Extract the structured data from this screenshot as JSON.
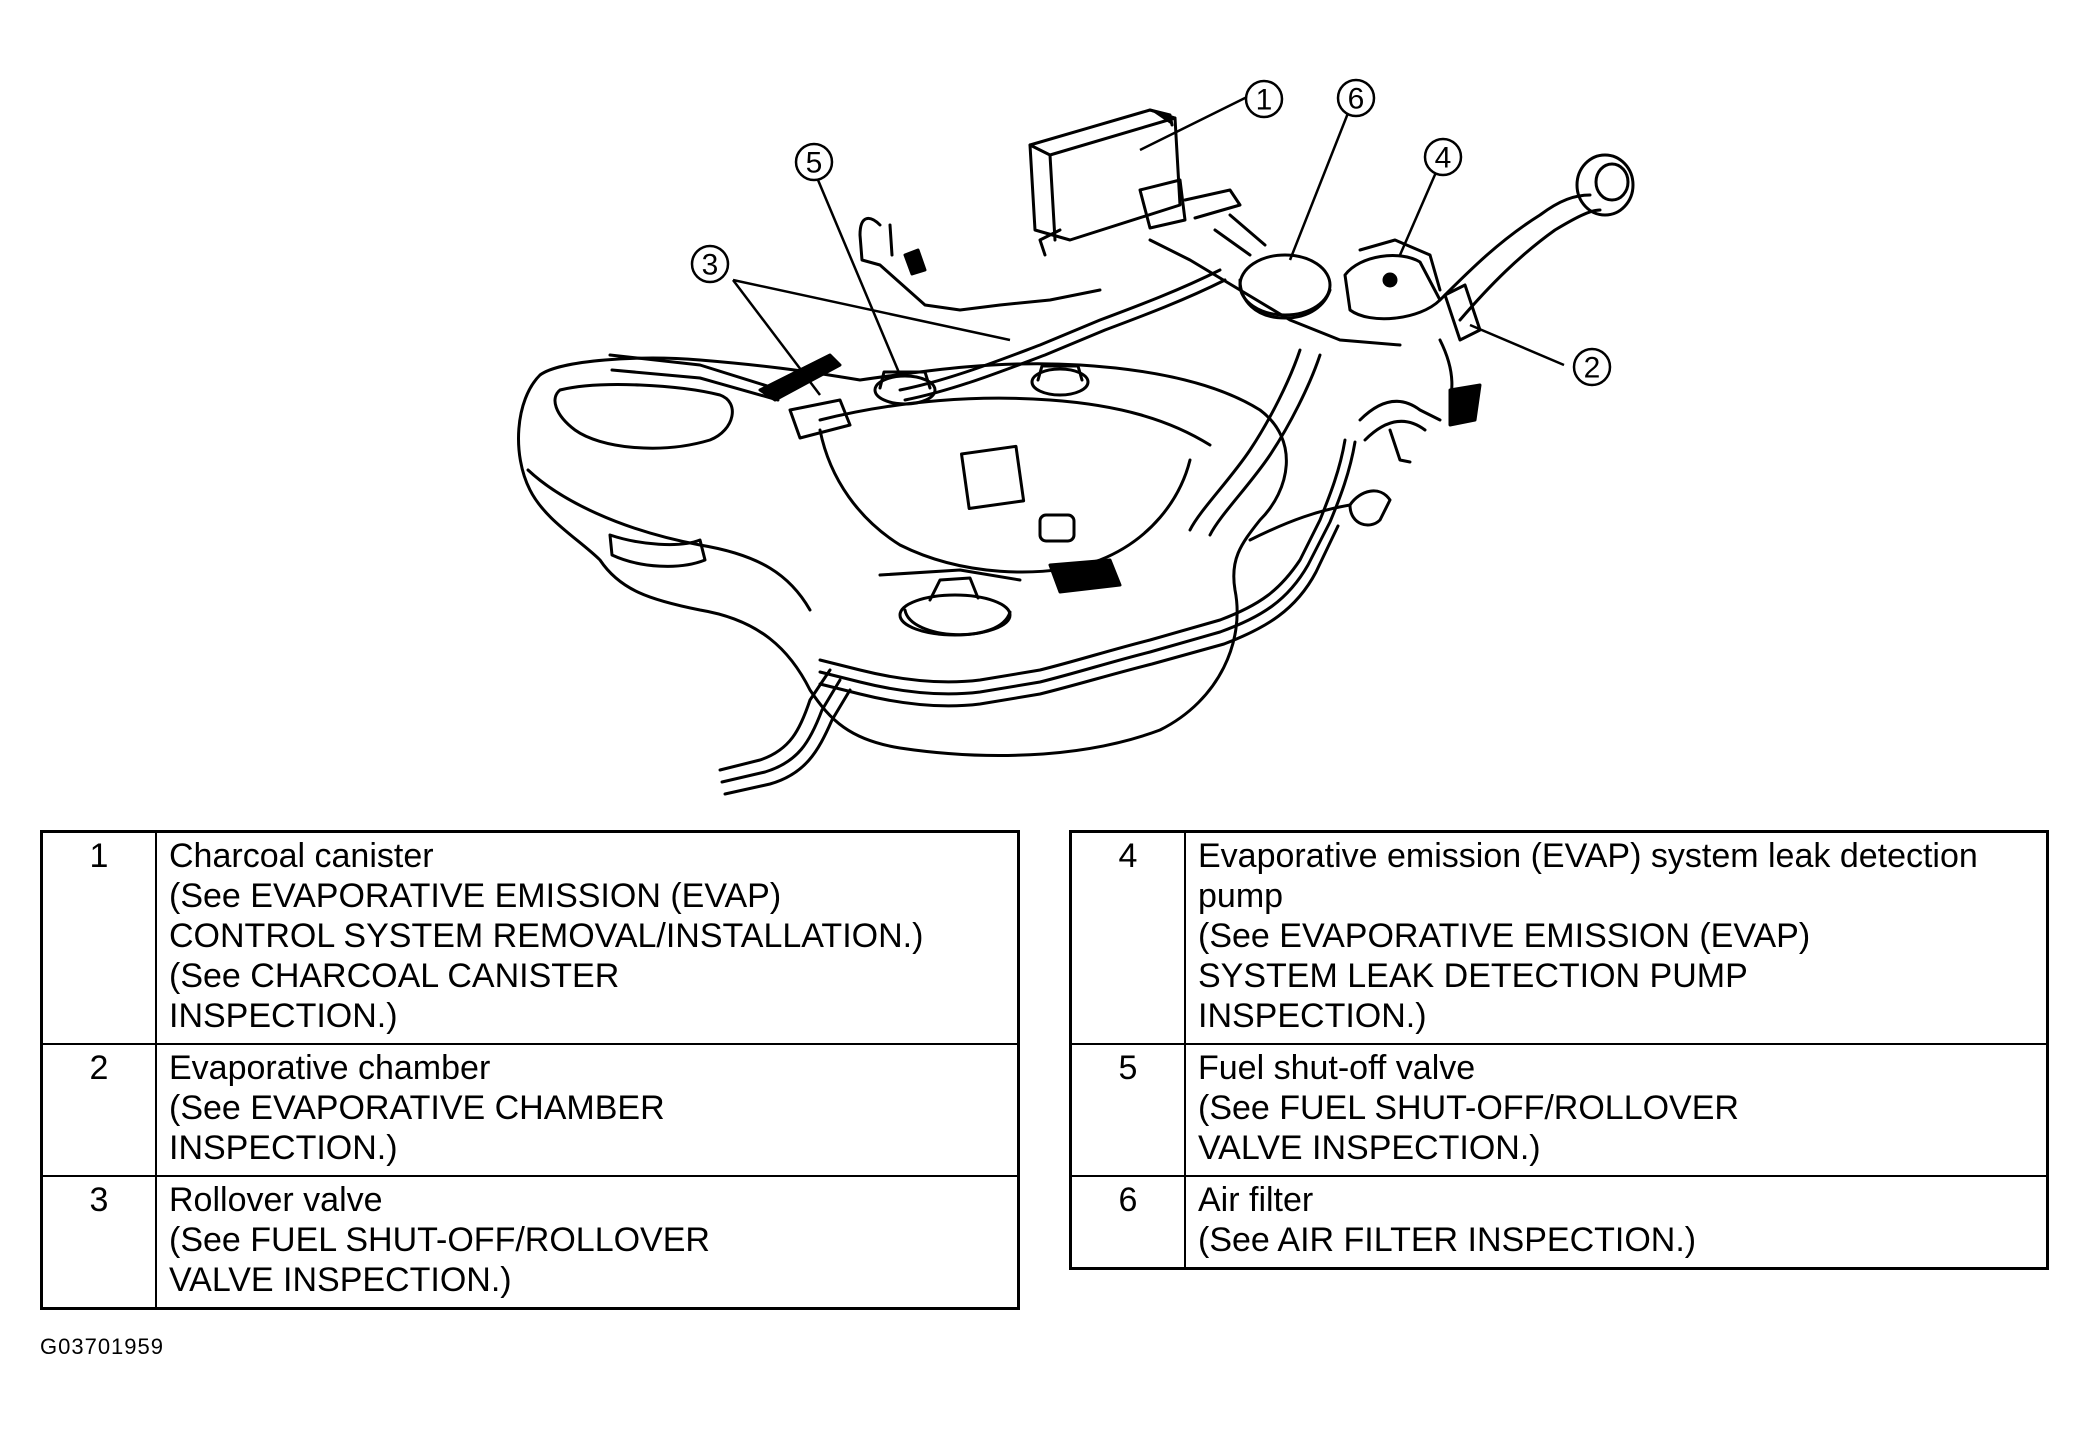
{
  "diagram": {
    "callouts": [
      "1",
      "2",
      "3",
      "4",
      "5",
      "6"
    ]
  },
  "legend_left": [
    {
      "num": "1",
      "lines": [
        "Charcoal canister",
        "(See EVAPORATIVE EMISSION (EVAP)",
        "CONTROL SYSTEM REMOVAL/INSTALLATION.)",
        "(See CHARCOAL CANISTER",
        "INSPECTION.)"
      ]
    },
    {
      "num": "2",
      "lines": [
        "Evaporative chamber",
        "(See EVAPORATIVE CHAMBER",
        "INSPECTION.)"
      ]
    },
    {
      "num": "3",
      "lines": [
        "Rollover valve",
        "(See FUEL SHUT-OFF/ROLLOVER",
        "VALVE INSPECTION.)"
      ]
    }
  ],
  "legend_right": [
    {
      "num": "4",
      "lines": [
        "Evaporative emission (EVAP) system leak detection",
        "pump",
        "(See EVAPORATIVE EMISSION (EVAP)",
        "SYSTEM LEAK DETECTION PUMP",
        "INSPECTION.)"
      ]
    },
    {
      "num": "5",
      "lines": [
        "Fuel shut-off valve",
        "(See FUEL SHUT-OFF/ROLLOVER",
        "VALVE INSPECTION.)"
      ]
    },
    {
      "num": "6",
      "lines": [
        "Air filter",
        "(See  AIR FILTER INSPECTION.)"
      ]
    }
  ],
  "figure_id": "G03701959"
}
